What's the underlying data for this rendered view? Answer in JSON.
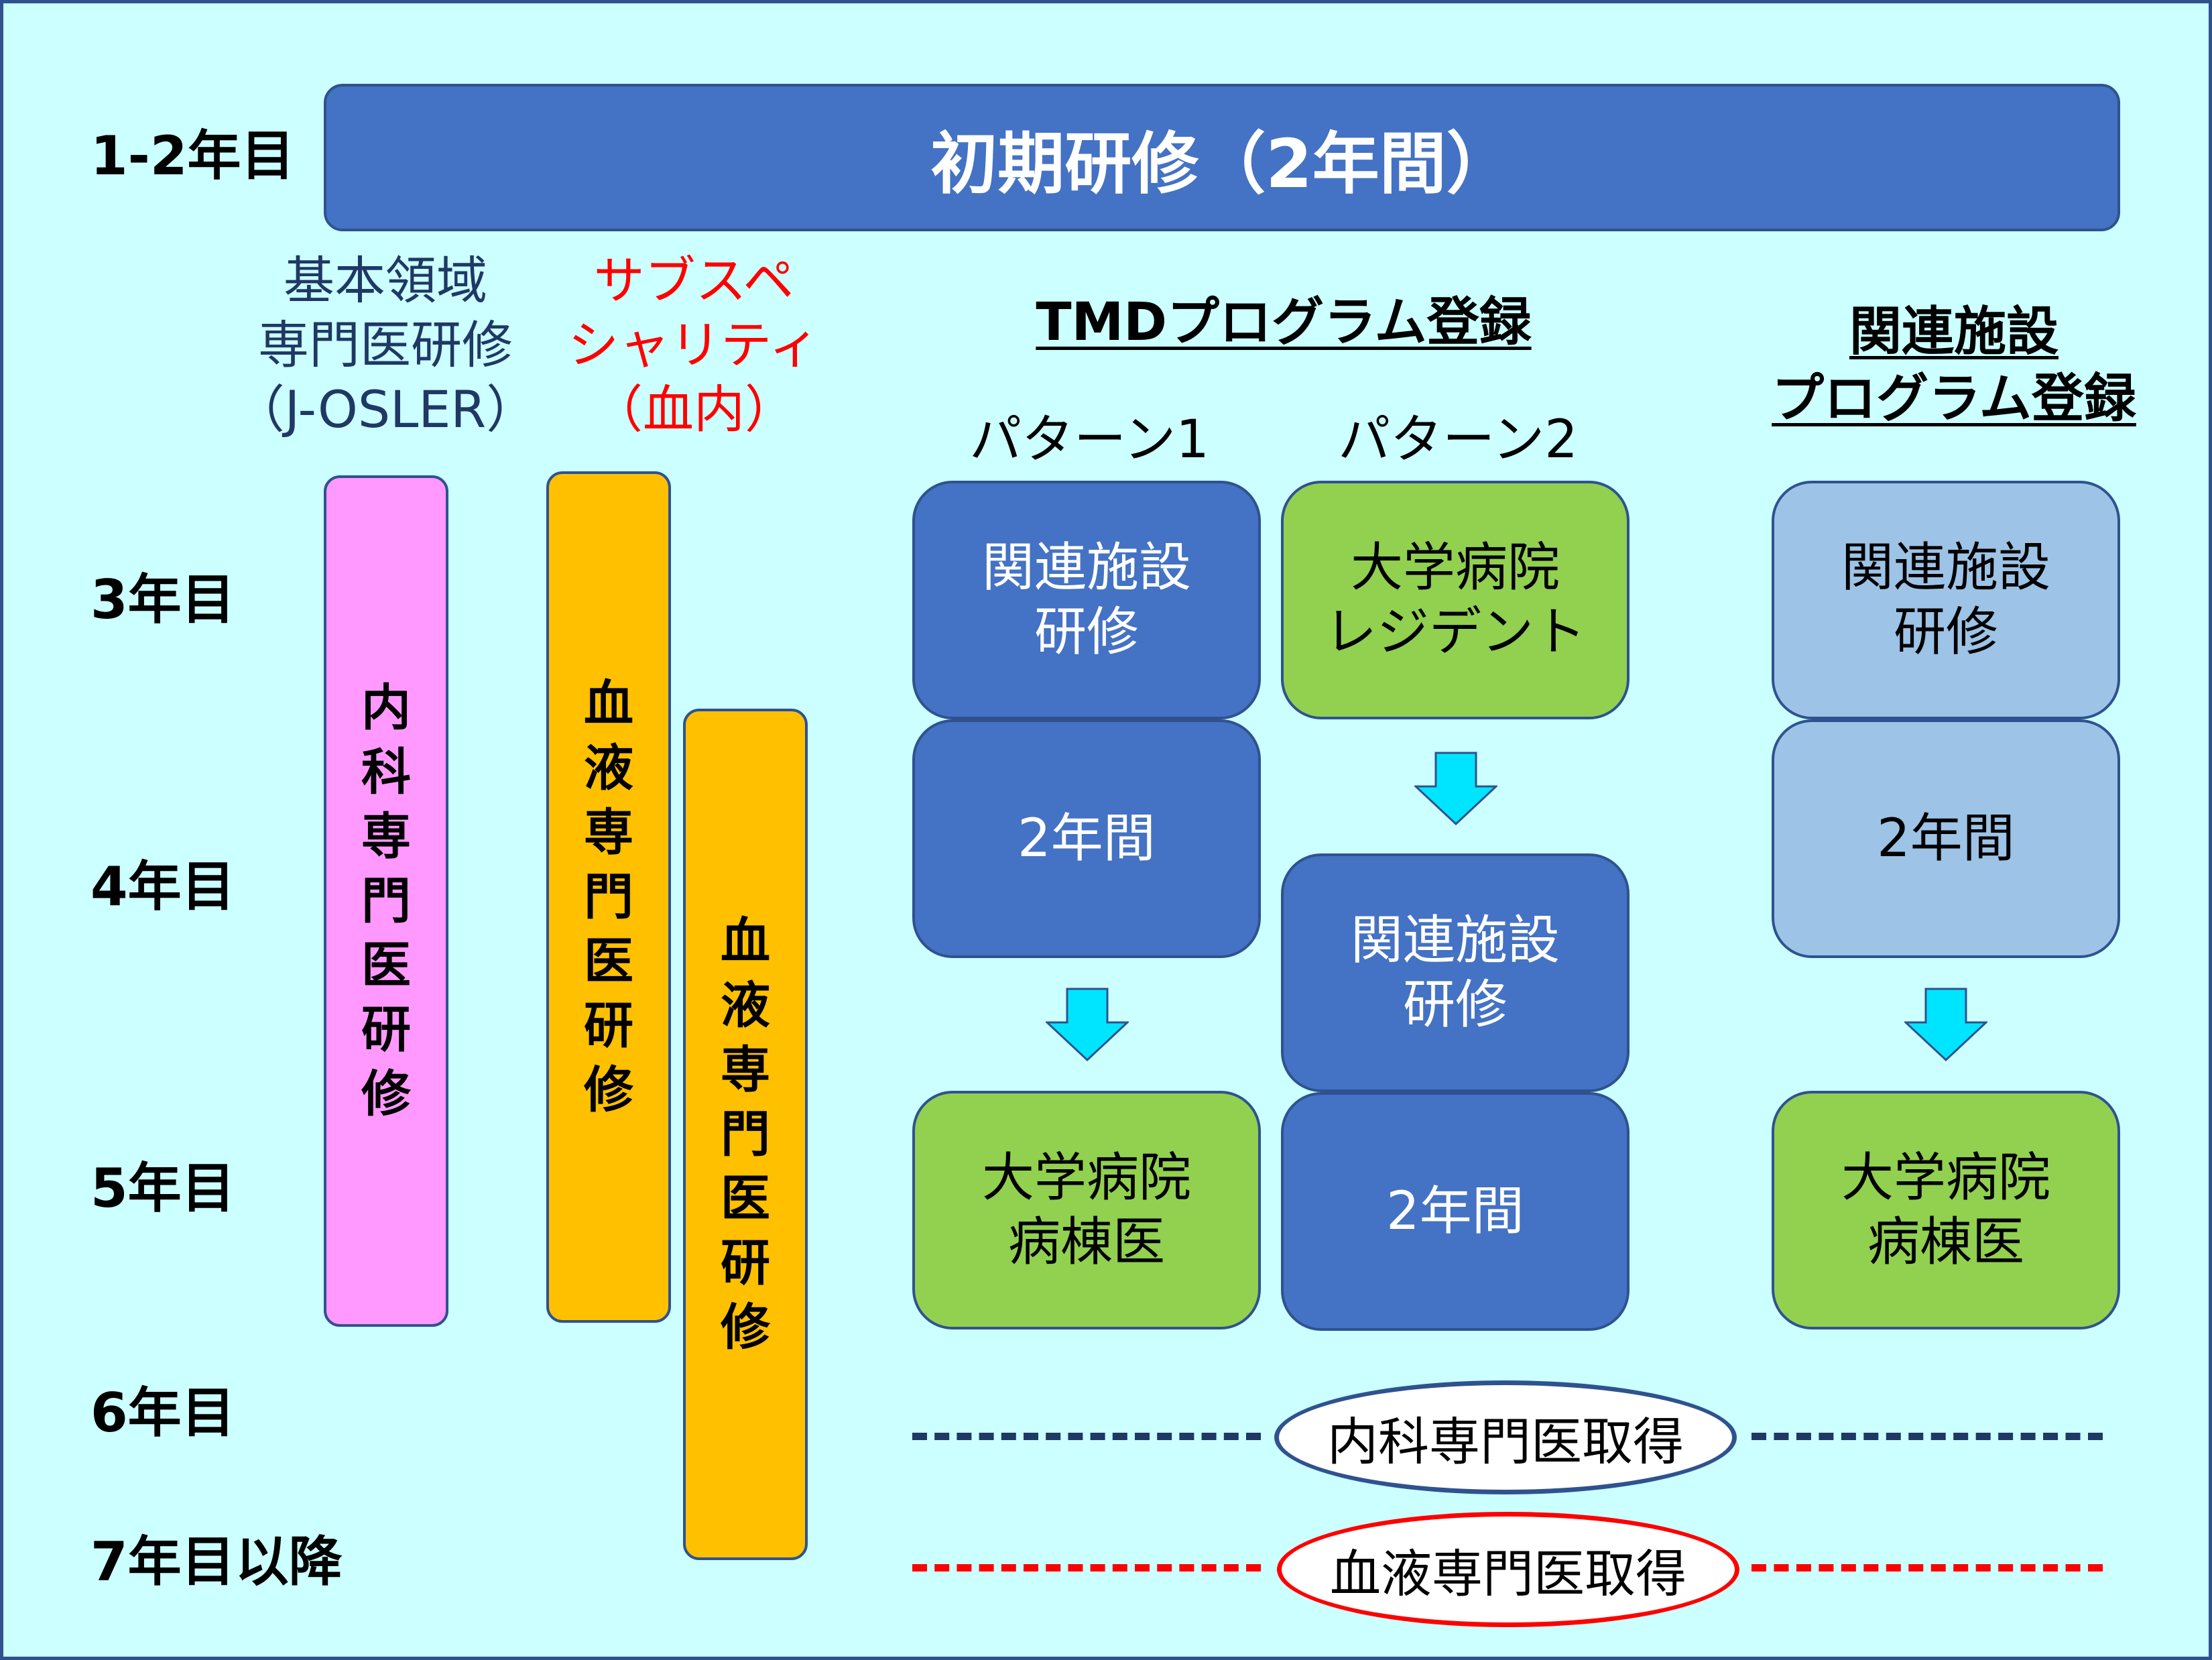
{
  "years": {
    "y12": "1-2年目",
    "y3": "3年目",
    "y4": "4年目",
    "y5": "5年目",
    "y6": "6年目",
    "y7": "7年目以降"
  },
  "initial_training": "初期研修（2年間）",
  "columns": {
    "basic": {
      "line1": "基本領域",
      "line2": "専門医研修",
      "line3": "（J-OSLER）"
    },
    "subspecialty": {
      "line1": "サブスペ",
      "line2": "シャリティ",
      "line3": "（血内）"
    }
  },
  "vertical_bars": {
    "internal": "内科専門医研修",
    "hematology_a": "血液専門医研修",
    "hematology_b": "血液専門医研修"
  },
  "tmd_program": {
    "title": "TMDプログラム登録",
    "pattern1": {
      "label": "パターン1",
      "box1": "関連施設\n研修",
      "box2": "2年間",
      "box3": "大学病院\n病棟医"
    },
    "pattern2": {
      "label": "パターン2",
      "box1": "大学病院\nレジデント",
      "box2": "関連施設\n研修",
      "box3": "2年間"
    }
  },
  "affiliated_program": {
    "title_line1": "関連施設",
    "title_line2": "プログラム登録",
    "box1": "関連施設\n研修",
    "box2": "2年間",
    "box3": "大学病院\n病棟医"
  },
  "milestones": {
    "internal_specialist": "内科専門医取得",
    "hematology_specialist": "血液専門医取得"
  },
  "colors": {
    "background": "#ccffff",
    "dark_blue_box": "#4472c4",
    "green_box": "#92d050",
    "light_blue_box": "#9dc3e6",
    "pink_bar": "#ff99ff",
    "orange_bar": "#ffc000",
    "arrow": "#00e5ff",
    "navy_line": "#1f3864",
    "red_line": "#ff0000"
  },
  "icons": {
    "down_arrow": "down-arrow-icon"
  }
}
